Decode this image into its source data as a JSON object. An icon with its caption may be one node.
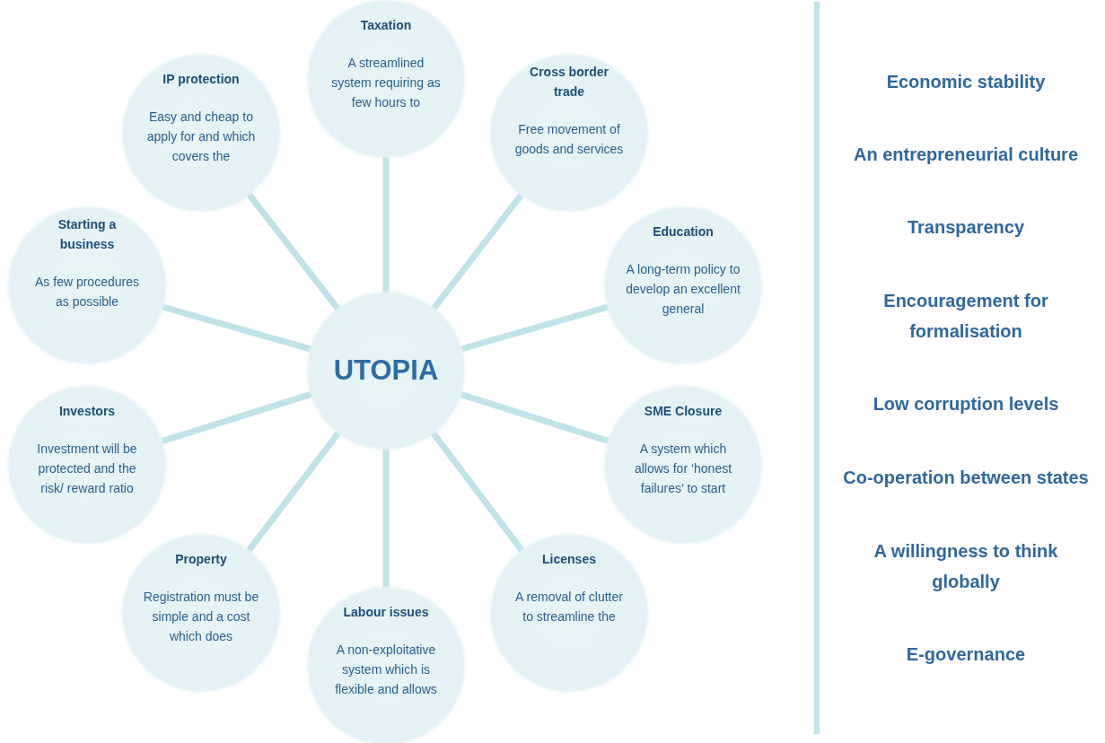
{
  "diagram": {
    "nodes": [
      {
        "text": [
          "UTOPIA"
        ]
      },
      {
        "text": [
          "Taxation",
          "A streamlined system requiring as few hours to"
        ]
      },
      {
        "text": [
          "Cross border trade",
          "Free movement of goods and services"
        ]
      },
      {
        "text": [
          "Education",
          "A long-term policy to develop an excellent general"
        ]
      },
      {
        "text": [
          "SME Closure",
          "A system which allows for ‘honest failures’ to start"
        ]
      },
      {
        "text": [
          "Licenses",
          "A removal of clutter to streamline the"
        ]
      },
      {
        "text": [
          "Labour issues",
          "A non-exploitative system which is flexible and allows"
        ]
      },
      {
        "text": [
          "Property",
          "Registration must be simple and a cost which does"
        ]
      },
      {
        "text": [
          "Investors",
          "Investment will be protected and the risk/ reward ratio"
        ]
      },
      {
        "text": [
          "Starting a business",
          "As few procedures as possible"
        ]
      },
      {
        "text": [
          "IP protection",
          "Easy and cheap to apply for and which covers the"
        ]
      }
    ],
    "edges": [
      {
        "from": 0,
        "to": 1,
        "arrow": "none"
      },
      {
        "from": 0,
        "to": 2,
        "arrow": "none"
      },
      {
        "from": 0,
        "to": 3,
        "arrow": "none"
      },
      {
        "from": 0,
        "to": 4,
        "arrow": "none"
      },
      {
        "from": 0,
        "to": 5,
        "arrow": "none"
      },
      {
        "from": 0,
        "to": 6,
        "arrow": "none"
      },
      {
        "from": 0,
        "to": 7,
        "arrow": "none"
      },
      {
        "from": 0,
        "to": 8,
        "arrow": "none"
      },
      {
        "from": 0,
        "to": 9,
        "arrow": "none"
      },
      {
        "from": 0,
        "to": 10,
        "arrow": "none"
      }
    ],
    "labels": [
      "Economic stability",
      "An entrepreneurial culture",
      "Transparency",
      "Encouragement for formalisation",
      "Low corruption levels",
      "Co-operation between states",
      "A willingness to think globally",
      "E-governance"
    ]
  }
}
